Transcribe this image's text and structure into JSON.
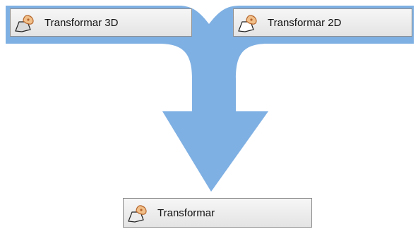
{
  "buttons": {
    "transform_3d": {
      "label": "Transformar 3D",
      "icon": "transform-tool-icon"
    },
    "transform_2d": {
      "label": "Transformar 2D",
      "icon": "transform-tool-icon"
    },
    "transform": {
      "label": "Transformar",
      "icon": "transform-tool-icon"
    }
  },
  "colors": {
    "arrow": "#7fb0e3",
    "button_border": "#8e8e8e"
  }
}
